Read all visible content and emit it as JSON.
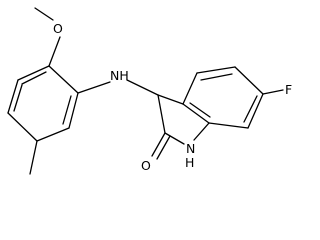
{
  "molecule": {
    "atoms": {
      "methoxy_o": "O",
      "amine_nh": "NH",
      "fluorine": "F",
      "carbonyl_o": "O",
      "ring_nh_n": "N",
      "ring_nh_h": "H"
    },
    "bond_color": "#000000",
    "label_color": "#000000",
    "background": "#ffffff"
  }
}
